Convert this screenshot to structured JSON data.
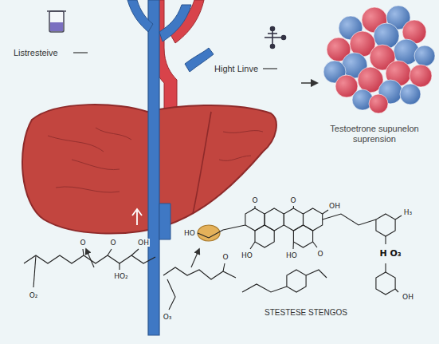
{
  "diagram": {
    "labels": [
      "Listresteive",
      "Hight Linve",
      "Testoetrone supunelon suprension",
      "STESTESE STENGOS",
      "O",
      "O",
      "OH",
      "HO₂",
      "O₂",
      "O",
      "O₃",
      "HO",
      "O",
      "O",
      "OH",
      "H₃",
      "HO",
      "HO",
      "O",
      "H O₃",
      "OH"
    ]
  }
}
